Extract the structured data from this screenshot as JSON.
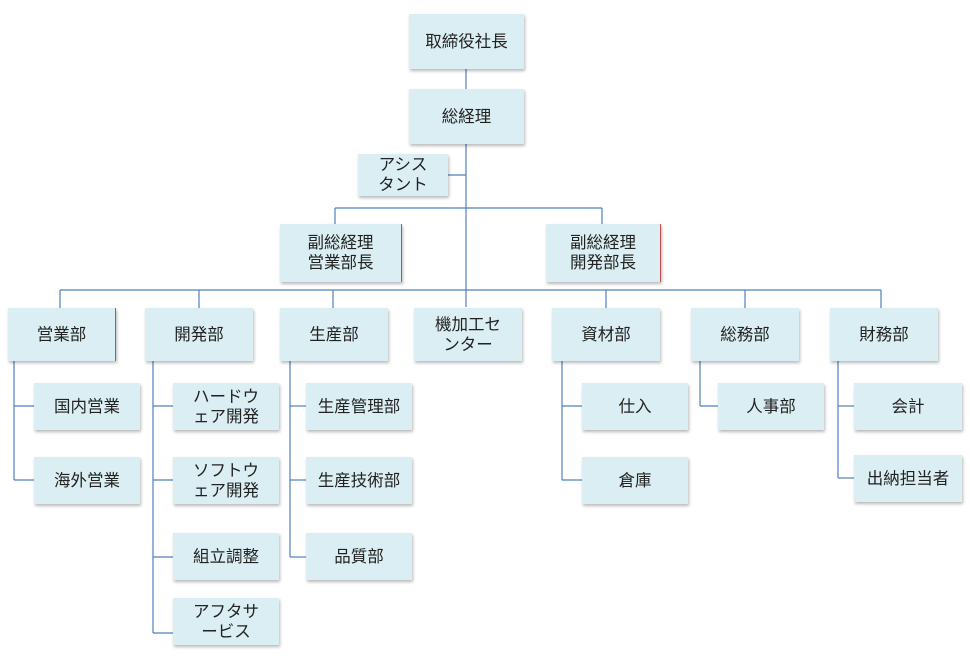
{
  "colors": {
    "box_fill": "#daeef3",
    "connector": "#4f81bd",
    "accent_edge": "#c0504d"
  },
  "nodes": {
    "ceo": "取締役社長",
    "gm": "総経理",
    "assistant": "アシス\nタント",
    "vp_sales": "副総経理\n営業部長",
    "vp_dev": "副総経理\n開発部長",
    "sales": "営業部",
    "dev": "開発部",
    "production": "生産部",
    "machining": "機加工セ\nンター",
    "materials": "資材部",
    "general_affairs": "総務部",
    "finance": "財務部",
    "domestic_sales": "国内営業",
    "overseas_sales": "海外営業",
    "hardware_dev": "ハードウ\nェア開発",
    "software_dev": "ソフトウ\nェア開発",
    "assembly": "組立調整",
    "after_service": "アフタサ\nービス",
    "production_mgmt": "生産管理部",
    "production_tech": "生産技術部",
    "quality": "品質部",
    "purchasing": "仕入",
    "warehouse": "倉庫",
    "hr": "人事部",
    "accounting": "会計",
    "cashier": "出納担当者"
  }
}
